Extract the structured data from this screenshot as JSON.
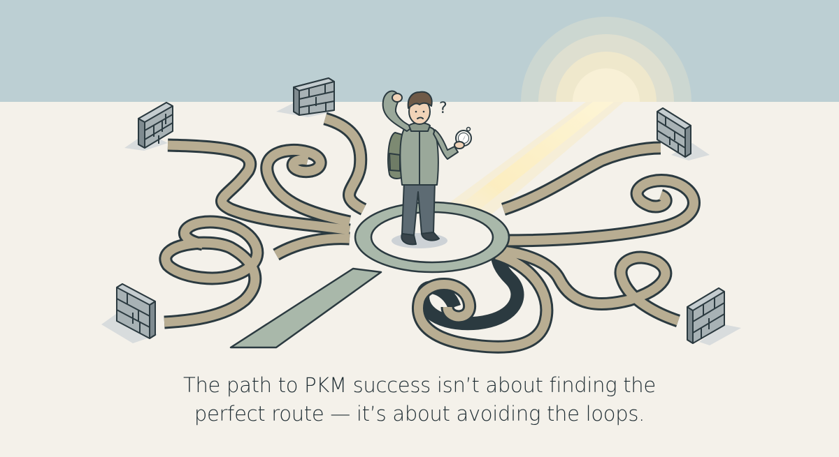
{
  "illustration": {
    "description": "Confused person with backpack holding a compass standing at the center of a roundabout with many looping spiral paths leading to brick walls; one straight path leads toward a rising sun.",
    "elements": {
      "person": "confused-hiker",
      "thought_mark": "?",
      "held_item": "compass",
      "dead_ends": 5,
      "sun": "rising-sun"
    },
    "colors": {
      "sky": "#bccfd3",
      "ground": "#f4f1ea",
      "loop_path": "#b8ad92",
      "direct_path": "#a9b8aa",
      "outline": "#2b3a40",
      "wall": "#a8b2b5",
      "sun_glow": "#fbeec8",
      "jacket": "#9aa89a",
      "pants": "#5d6b73"
    }
  },
  "caption": {
    "line1": "The path to PKM success isn’t about finding the",
    "line2": "perfect route — it’s about avoiding the loops."
  }
}
